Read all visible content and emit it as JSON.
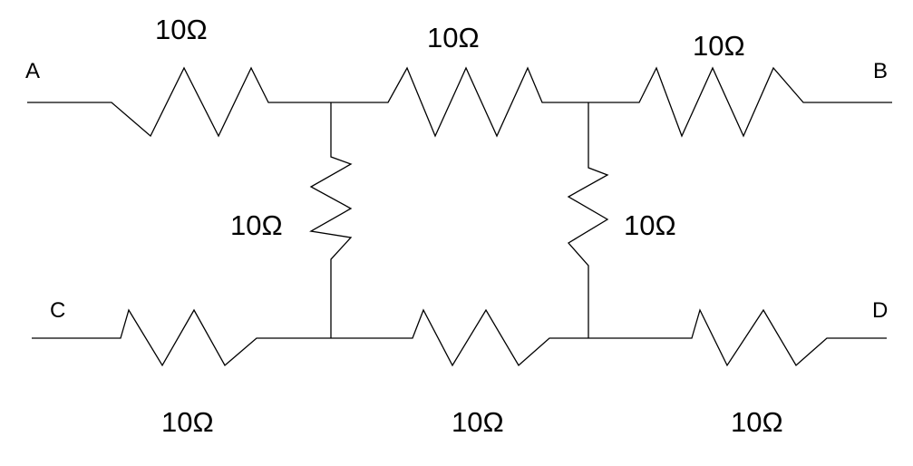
{
  "terminals": {
    "a": "A",
    "b": "B",
    "c": "C",
    "d": "D"
  },
  "resistors": {
    "top_left": "10Ω",
    "top_middle": "10Ω",
    "top_right": "10Ω",
    "vertical_left": "10Ω",
    "vertical_right": "10Ω",
    "bottom_left": "10Ω",
    "bottom_middle": "10Ω",
    "bottom_right": "10Ω"
  }
}
